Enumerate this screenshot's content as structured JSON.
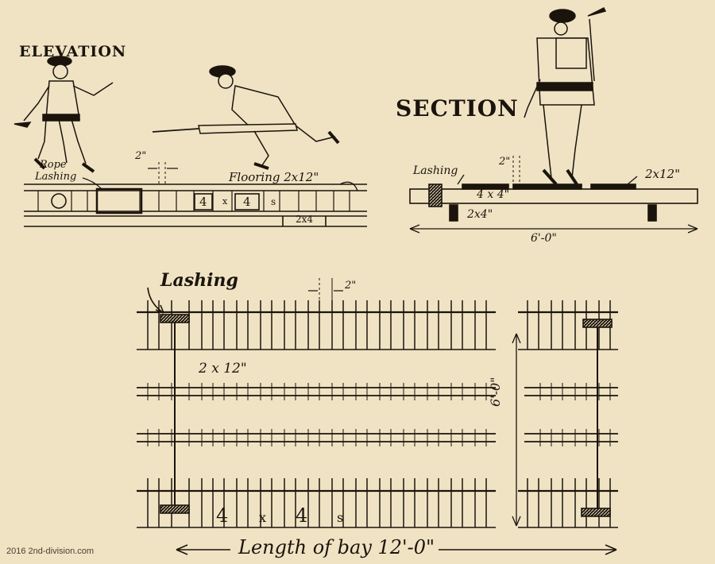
{
  "elevation": {
    "title": "ELEVATION",
    "rope_lashing_label_1": "Rope",
    "rope_lashing_label_2": "Lashing",
    "flooring_label": "Flooring 2x12\"",
    "gap_label": "2\"",
    "stringer_label_a": "4",
    "stringer_label_x": "x",
    "stringer_label_b": "4",
    "stringer_label_s": "s",
    "under_label": "2x4"
  },
  "section": {
    "title": "SECTION",
    "lashing_label": "Lashing",
    "gap_label": "2\"",
    "plank_label": "2x12\"",
    "stringer_label": "4 x 4\"",
    "under_label": "2x4\"",
    "width_label": "6'-0\""
  },
  "plan": {
    "lashing_label": "Lashing",
    "gap_label": "2\"",
    "plank_label": "2 x 12\"",
    "stringer_a": "4",
    "stringer_x": "x",
    "stringer_b": "4",
    "stringer_s": "s",
    "width_label": "6'-0\"",
    "length_label": "Length of bay 12'-0\""
  },
  "watermark": "2016 2nd-division.com",
  "colors": {
    "paper": "#efe3c4",
    "ink": "#1b140c",
    "ghost_text": "#b9ad90"
  }
}
